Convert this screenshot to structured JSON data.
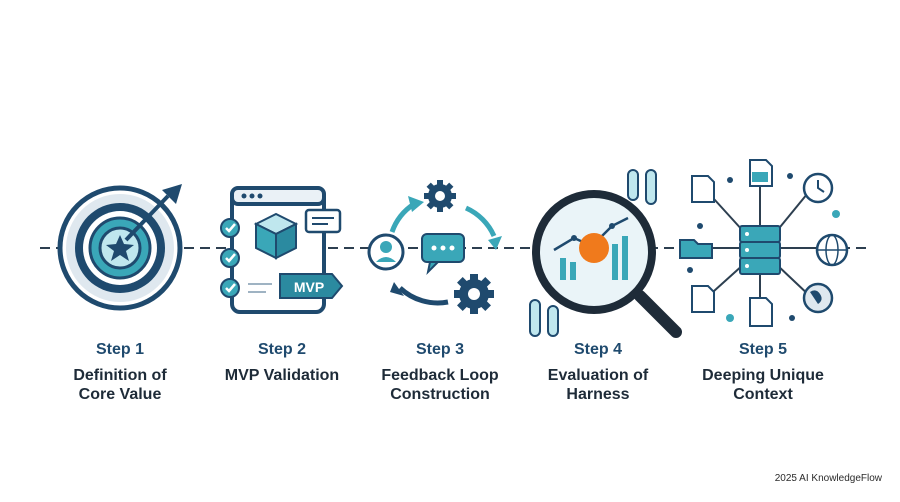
{
  "steps": [
    {
      "num": "Step 1",
      "title_line1": "Definition of",
      "title_line2": "Core Value",
      "icon": "target-with-arrow-icon"
    },
    {
      "num": "Step 2",
      "title_line1": "MVP Validation",
      "title_line2": "",
      "icon": "mvp-checklist-icon"
    },
    {
      "num": "Step 3",
      "title_line1": "Feedback Loop",
      "title_line2": "Construction",
      "icon": "feedback-loop-icon"
    },
    {
      "num": "Step 4",
      "title_line1": "Evaluation of",
      "title_line2": "Harness",
      "icon": "magnifier-chart-icon"
    },
    {
      "num": "Step 5",
      "title_line1": "Deeping Unique",
      "title_line2": "Context",
      "icon": "server-network-icon"
    }
  ],
  "mvp_badge": "MVP",
  "footer": "2025 AI KnowledgeFlow",
  "colors": {
    "navy": "#1f4a6e",
    "teal": "#3aa7b8",
    "light_teal": "#bfe7ee",
    "orange": "#f07a1c",
    "dark": "#1e2b38"
  }
}
